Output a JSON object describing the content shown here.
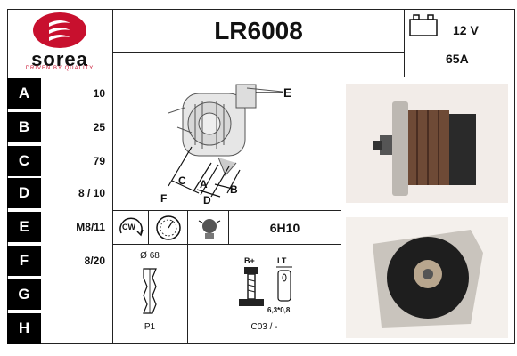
{
  "brand": {
    "name": "sorea",
    "tagline": "DRIVEN BY QUALITY",
    "color": "#c8102e"
  },
  "header": {
    "part_number": "LR6008",
    "voltage": "12 V",
    "amperage": "65A"
  },
  "rows": [
    {
      "label": "A",
      "value": "10"
    },
    {
      "label": "B",
      "value": "25"
    },
    {
      "label": "C",
      "value": "79"
    },
    {
      "label": "D",
      "value": "8 / 10"
    },
    {
      "label": "E",
      "value": "M8/11"
    },
    {
      "label": "F",
      "value": "8/20"
    },
    {
      "label": "G",
      "value": ""
    },
    {
      "label": "H",
      "value": ""
    }
  ],
  "diagram_labels": {
    "e": "E",
    "b": "B",
    "a": "A",
    "c": "C",
    "d": "D",
    "f": "F"
  },
  "specs": {
    "rotation": "CW",
    "clock_position": "6H10",
    "pulley_diameter": "Ø 68",
    "pulley_type": "P1",
    "terminal_b": "B+",
    "terminal_lt": "LT",
    "terminal_size": "6,3*0,8",
    "connector": "C03 / -"
  }
}
